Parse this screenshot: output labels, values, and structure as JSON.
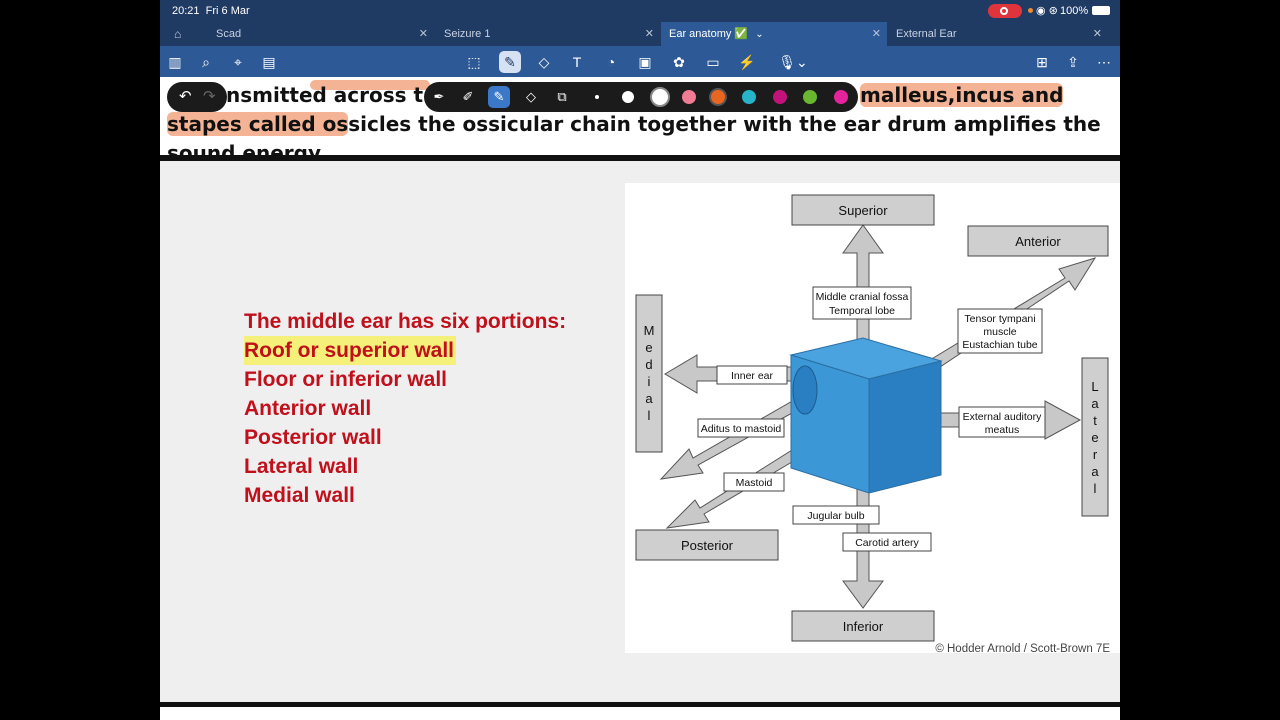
{
  "status": {
    "time": "20:21",
    "date": "Fri 6 Mar",
    "battery": "100%"
  },
  "tabs": [
    {
      "label": "Scad",
      "active": false
    },
    {
      "label": "Seizure 1",
      "active": false
    },
    {
      "label": "Ear anatomy ✅",
      "active": true
    },
    {
      "label": "External Ear",
      "active": false
    }
  ],
  "toolbar": {
    "left_icons": [
      "sidebar-icon",
      "search-icon",
      "bookmark-icon",
      "pages-icon"
    ],
    "center_icons": [
      "lasso-icon",
      "pen-icon",
      "eraser-icon",
      "text-icon",
      "shapes-icon",
      "image-icon",
      "elements-icon",
      "sticky-note-icon",
      "laser-pointer-icon",
      "microphone-icon"
    ],
    "right_icons": [
      "new-page-icon",
      "share-icon",
      "more-icon"
    ]
  },
  "pen_palette": {
    "colors": [
      "#ffffff",
      "#ffffff",
      "#ef7c92",
      "#e8661f",
      "#25b4c8",
      "#c3127a",
      "#69b72f",
      "#e5239d"
    ]
  },
  "note": {
    "line1_start": "nsmitted across t",
    "line1_end": "malleus,incus and",
    "line2_a": "stapes called os",
    "line2_b": "sicles the ossicular chain together with the ear drum amplifies the",
    "line3": "sound energy"
  },
  "slide": {
    "heading": "The middle ear has six portions:",
    "items": [
      "Roof or superior wall",
      "Floor or inferior wall",
      "Anterior wall",
      "Posterior wall",
      "Lateral wall",
      "Medial wall"
    ]
  },
  "figure": {
    "superior": "Superior",
    "inferior": "Inferior",
    "anterior": "Anterior",
    "posterior": "Posterior",
    "medial": [
      "M",
      "e",
      "d",
      "i",
      "a",
      "l"
    ],
    "lateral": [
      "L",
      "a",
      "t",
      "e",
      "r",
      "a",
      "l"
    ],
    "mcf1": "Middle cranial fossa",
    "mcf2": "Temporal lobe",
    "tt1": "Tensor tympani",
    "tt2": "muscle",
    "tt3": "Eustachian tube",
    "inner_ear": "Inner ear",
    "eam1": "External auditory",
    "eam2": "meatus",
    "aditus": "Aditus to mastoid",
    "mastoid": "Mastoid",
    "jugular": "Jugular bulb",
    "carotid": "Carotid artery",
    "copyright": "© Hodder Arnold / Scott-Brown 7E"
  }
}
